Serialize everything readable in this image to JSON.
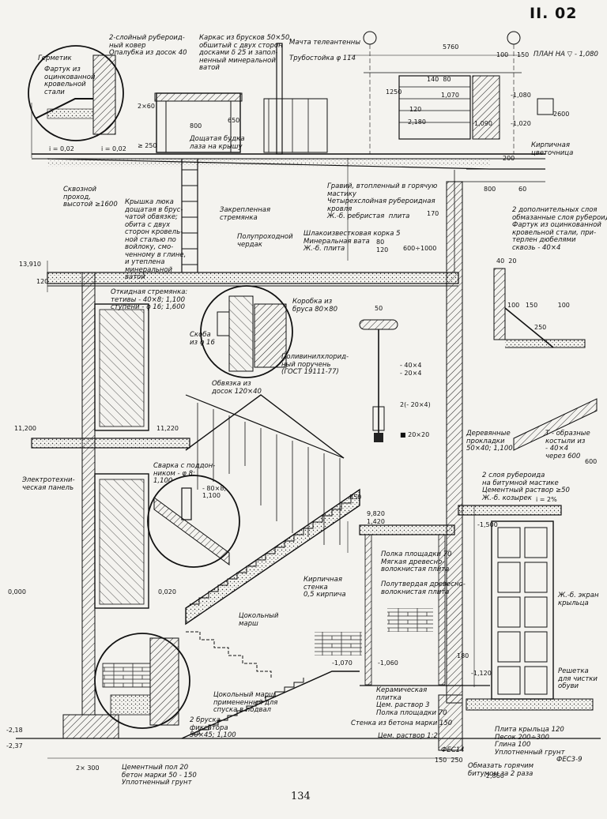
{
  "header": {
    "sheet_code": "II. 02",
    "page_number": "134"
  },
  "labels": [
    {
      "key": "roof_felt",
      "text": "2-слойный рубероид-\nный ковер\nОпалубка из досок 40"
    },
    {
      "key": "frame",
      "text": "Каркас из брусков 50×50,\nобшитый с двух сторон\nдосками δ 25 и запол-\nненный минеральной\nватой"
    },
    {
      "key": "mast",
      "text": "Мачта телеантенны"
    },
    {
      "key": "pipe_stand",
      "text": "Трубостойка φ 114"
    },
    {
      "key": "hermetic",
      "text": "Герметик"
    },
    {
      "key": "flashing",
      "text": "Фартук из\nоцинкованной\nкровельной\nстали"
    },
    {
      "key": "booth",
      "text": "Дощатая будка\nлаза на крышу"
    },
    {
      "key": "plan",
      "text": "ПЛАН НА ▽ - 1,080"
    },
    {
      "key": "flower_box",
      "text": "Кирпичная\nцветочница"
    },
    {
      "key": "gravel",
      "text": "Гравий, втопленный в горячую\nмастику\nЧетырехслойная рубероидная\nкровля\nЖ.-б. ребристая  плита"
    },
    {
      "key": "passage",
      "text": "Сквозной\nпроход,\nвысотой ≥1600"
    },
    {
      "key": "hatch",
      "text": "Крышка люка\nдощатая в брус-\nчатой обвязке;\nобита с двух\nсторон кровель-\nной сталью по\nвойлоку, смо-\nченному в глине,\nи утеплена\nминеральной\nватой"
    },
    {
      "key": "fixed_ladder",
      "text": "Закрепленная\nстремянка"
    },
    {
      "key": "attic",
      "text": "Полупроходной\nчердак"
    },
    {
      "key": "slag",
      "text": "Шлакоизвестковая корка 5\nМинеральная вата\nЖ.-б. плита"
    },
    {
      "key": "two_layers",
      "text": "2 дополнительных слоя\nобмазанные слоя рубероида\nФартук из оцинкованной\nкровельной стали, при-\nтерлен дюбелями\nсквозь - 40×4"
    },
    {
      "key": "folding_ladder",
      "text": "Откидная стремянка:\nтетивы - 40×8; 1,100\nступени - φ 16; 1,600"
    },
    {
      "key": "box",
      "text": "Коробка из\nбруса 80×80"
    },
    {
      "key": "bracket",
      "text": "Скоба\nиз φ 16"
    },
    {
      "key": "trim",
      "text": "Обвязка из\nдосок 120×40"
    },
    {
      "key": "handrail",
      "text": "Поливинилхлорид-\nный поручень\n(ГОСТ 19111-77)"
    },
    {
      "key": "elec_panel",
      "text": "Электротехни-\nческая панель"
    },
    {
      "key": "welding",
      "text": "Сварка с поддон-\nником - φ 8;\n1,100"
    },
    {
      "key": "wood_pads",
      "text": "Деревянные\nпрокладки\n50×40; 1,100"
    },
    {
      "key": "t_brackets",
      "text": "Т - образные\nкостыли из\n- 40×4\nчерез 600"
    },
    {
      "key": "two_ruberoid",
      "text": "2 слоя рубероида\nна битумной мастике\nЦементный раствор ≥50\nЖ.-б. козырек"
    },
    {
      "key": "landing",
      "text": "Полка площадки 70\nМягкая древесно-\nволокнистая плита\n\nПолутвердая древесно-\nволокнистая плита"
    },
    {
      "key": "brick_wall",
      "text": "Кирпичная\nстенка\n0,5 кирпича"
    },
    {
      "key": "plinth_flight",
      "text": "Цокольный\nмарш"
    },
    {
      "key": "concrete_screen",
      "text": "Ж.-б. экран\nкрыльца"
    },
    {
      "key": "grate",
      "text": "Решетка\nдля чистки\nобуви"
    },
    {
      "key": "plinth_flight_down",
      "text": "Цокольный марш,\nпримененный для\nспуска в подвал"
    },
    {
      "key": "two_bars",
      "text": "2 бруска -\nфиксатора\n50×45; 1,100"
    },
    {
      "key": "ceramic",
      "text": "Керамическая\nплитка\nЦем. раствор 3\nПолка площадки 70"
    },
    {
      "key": "concrete_wall",
      "text": "Стенка из бетона марки 150"
    },
    {
      "key": "cement_mortar",
      "text": "Цем. раствор 1:2"
    },
    {
      "key": "porch_slab",
      "text": "Плита крыльца 120\nПесок 200÷300\nГлина 100\nУплотненный грунт"
    },
    {
      "key": "coat",
      "text": "Обмазать горячим\nбитумом за 2 раза"
    },
    {
      "key": "cement_floor",
      "text": "Цементный пол 20\nбетон марки 50 - 150\nУплотненный грунт"
    },
    {
      "key": "fes",
      "text": "ФЕС3-9"
    },
    {
      "key": "fe",
      "text": "ФЕС14"
    }
  ],
  "dimensions": [
    {
      "key": "d5760",
      "text": "5760"
    },
    {
      "key": "d800",
      "text": "800"
    },
    {
      "key": "d650",
      "text": "650"
    },
    {
      "key": "d2x60",
      "text": "2×60"
    },
    {
      "key": "d250",
      "text": "≥ 250"
    },
    {
      "key": "d150",
      "text": "150"
    },
    {
      "key": "d100a",
      "text": "100"
    },
    {
      "key": "d2600",
      "text": "2600"
    },
    {
      "key": "d1250",
      "text": "1250"
    },
    {
      "key": "d120a",
      "text": "120"
    },
    {
      "key": "d1070a",
      "text": "1,070"
    },
    {
      "key": "d1080a",
      "text": "-1,080"
    },
    {
      "key": "d2180",
      "text": "2,180"
    },
    {
      "key": "d1020",
      "text": "-1,020"
    },
    {
      "key": "d1090",
      "text": "1,090"
    },
    {
      "key": "d200",
      "text": "200"
    },
    {
      "key": "d60",
      "text": "60"
    },
    {
      "key": "d800b",
      "text": "800"
    },
    {
      "key": "d170",
      "text": "170"
    },
    {
      "key": "d80",
      "text": "80"
    },
    {
      "key": "d120b",
      "text": "120"
    },
    {
      "key": "d600_1000",
      "text": "600÷1000"
    },
    {
      "key": "l13910",
      "text": "13,910"
    },
    {
      "key": "l11200",
      "text": "11,200"
    },
    {
      "key": "l11220",
      "text": "11,220"
    },
    {
      "key": "l9820",
      "text": "9,820"
    },
    {
      "key": "l1420",
      "text": "1,420"
    },
    {
      "key": "l0000",
      "text": "0,000"
    },
    {
      "key": "l0020",
      "text": "0,020"
    },
    {
      "key": "l1070",
      "text": "-1,070"
    },
    {
      "key": "l1060",
      "text": "-1,060"
    },
    {
      "key": "l1120",
      "text": "-1,120"
    },
    {
      "key": "l1500",
      "text": "-1,500"
    },
    {
      "key": "l218",
      "text": "-2,18"
    },
    {
      "key": "l237",
      "text": "-2,37"
    },
    {
      "key": "l2860",
      "text": "-2,860"
    },
    {
      "key": "slope",
      "text": "i = 2%"
    },
    {
      "key": "slope2",
      "text": "i = 0,02"
    },
    {
      "key": "slope3",
      "text": "i = 0,02"
    },
    {
      "key": "d40x4",
      "text": "- 40×4"
    },
    {
      "key": "d20x4",
      "text": "- 20×4"
    },
    {
      "key": "d2_20x4",
      "text": "2(- 20×4)"
    },
    {
      "key": "d20x20",
      "text": "■ 20×20"
    },
    {
      "key": "d50",
      "text": "50"
    },
    {
      "key": "d80x8",
      "text": "- 80×8;\n1,100"
    },
    {
      "key": "d850",
      "text": "850"
    },
    {
      "key": "d2x300",
      "text": "2× 300"
    },
    {
      "key": "d40_20",
      "text": "40  20"
    },
    {
      "key": "d100_150",
      "text": "100   150          100"
    },
    {
      "key": "d250b",
      "text": "250"
    },
    {
      "key": "d120c",
      "text": "120"
    },
    {
      "key": "d180",
      "text": "180"
    },
    {
      "key": "d150_250",
      "text": "150  250"
    },
    {
      "key": "d600",
      "text": "600"
    },
    {
      "key": "d140_80",
      "text": "140  80"
    }
  ]
}
